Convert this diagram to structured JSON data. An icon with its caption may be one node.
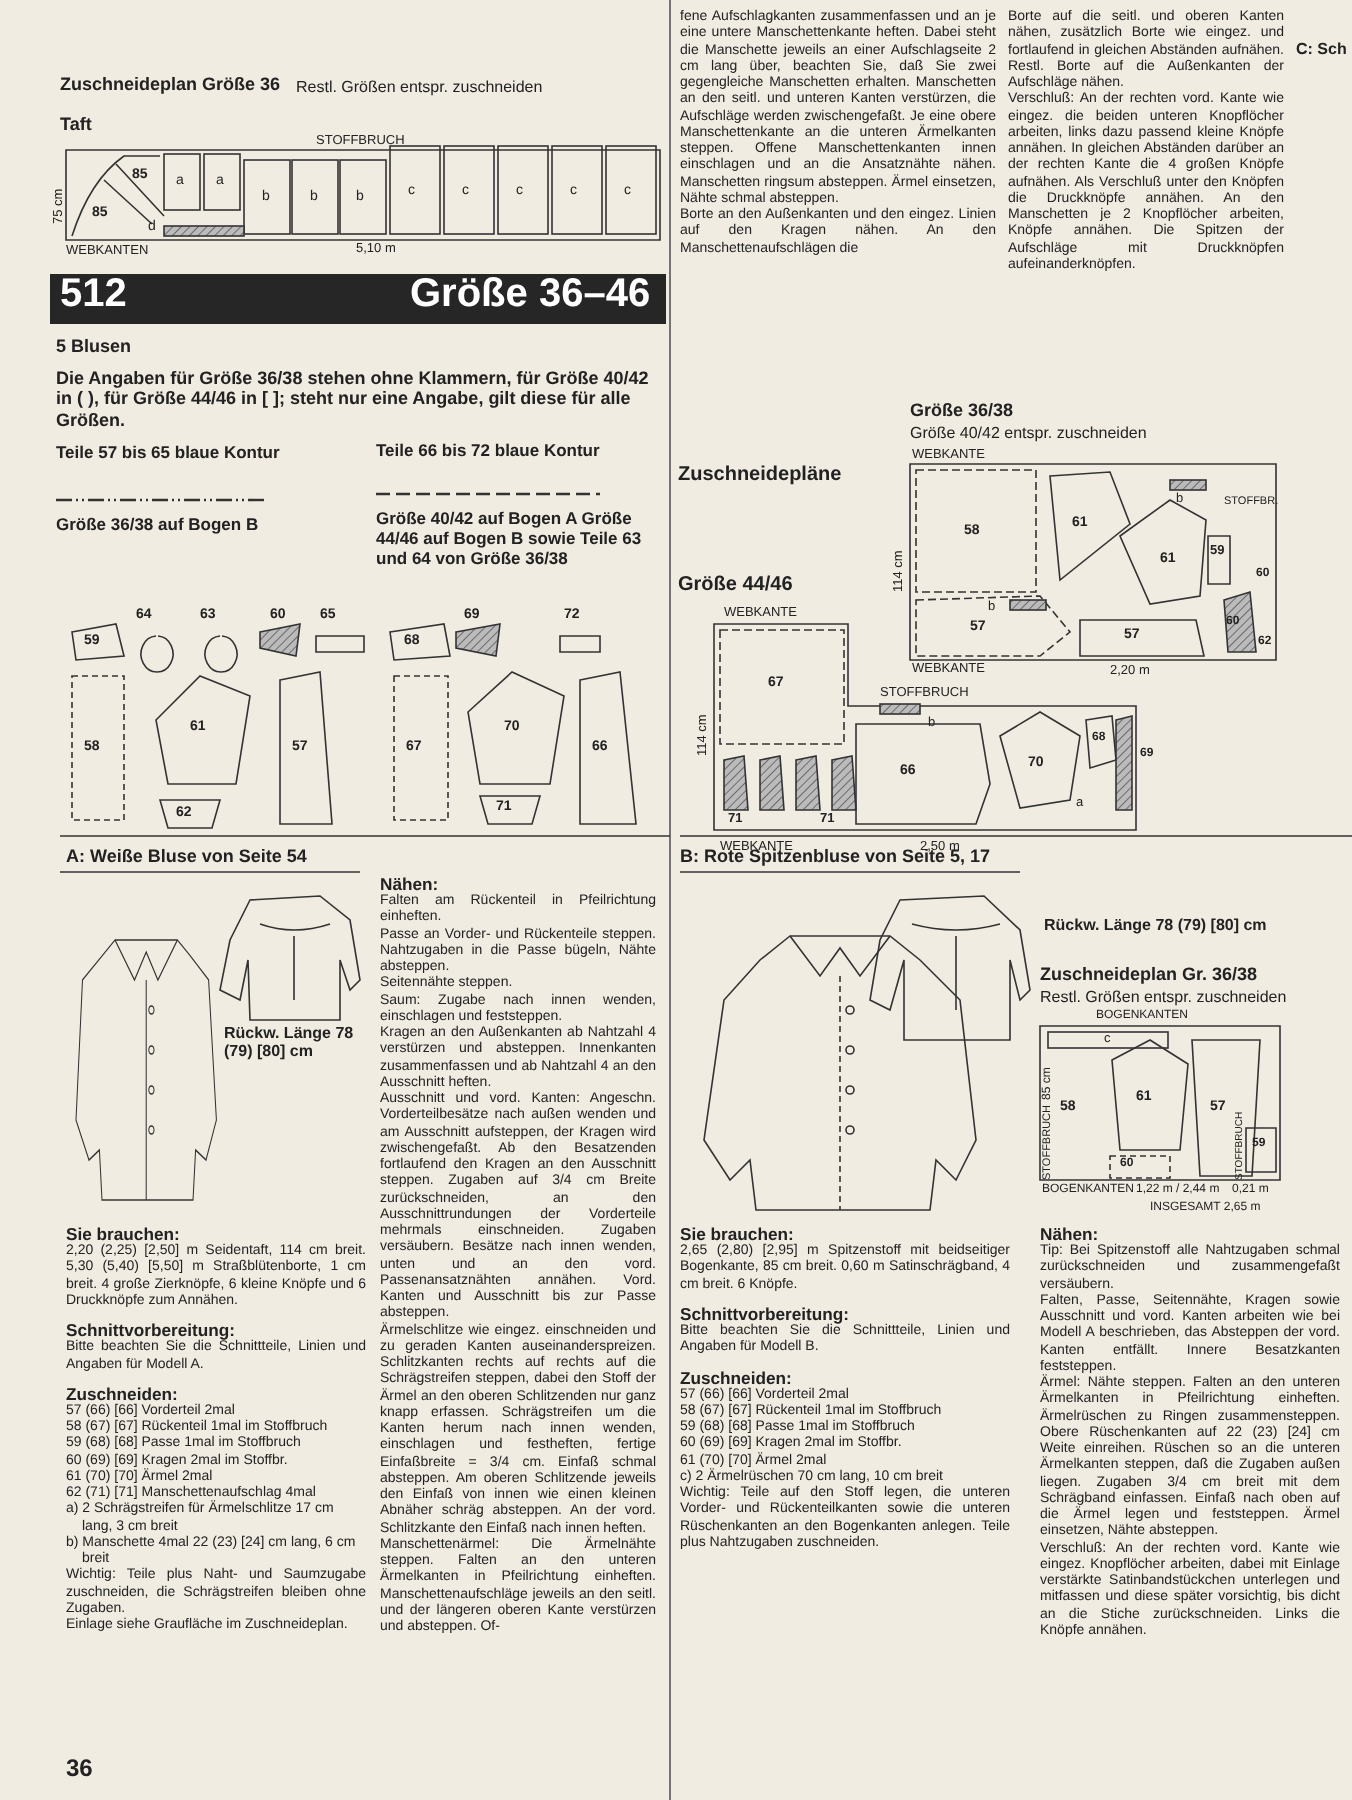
{
  "diagram": {
    "labels": [
      "Zuschneideplan Größe 36",
      "Restl. Größen entspr. zuschneiden",
      "Taft",
      "STOFFBRUCH",
      "75 cm",
      "85",
      "85",
      "a",
      "a",
      "b",
      "b",
      "b",
      "c",
      "c",
      "c",
      "c",
      "c",
      "d",
      "WEBKANTEN",
      "5,10 m",
      "512",
      "Größe 36–46",
      "5 Blusen",
      "Die Angaben für Größe 36/38 stehen ohne Klammern, für Größe 40/42 in ( ), für Größe 44/46 in [ ]; steht nur eine Angabe, gilt diese für alle Größen.",
      "Teile 57 bis 65 blaue Kontur",
      "Größe 36/38 auf Bogen B",
      "Teile 66 bis 72 blaue Kontur",
      "Größe 40/42 auf Bogen A Größe 44/46 auf Bogen B sowie Teile 63 und 64 von Größe 36/38",
      "59",
      "64",
      "63",
      "60",
      "65",
      "58",
      "61",
      "57",
      "62",
      "68",
      "69",
      "72",
      "67",
      "70",
      "71",
      "66",
      "fene Aufschlagkanten zusammenfassen und an je eine untere Manschettenkante heften. Dabei steht die Manschette jeweils an einer Aufschlagseite 2 cm lang über, beachten Sie, daß Sie zwei gegengleiche Manschetten erhalten. Manschetten an den seitl. und unteren Kanten verstürzen, die Aufschläge werden zwischengefaßt. Je eine obere Manschettenkante an die unteren Ärmelkanten steppen. Offene Manschettenkanten innen einschlagen und an die Ansatznähte nähen. Manschetten ringsum absteppen. Ärmel einsetzen, Nähte schmal absteppen.",
      "Borte an den Außenkanten und den eingez. Linien auf den Kragen nähen. An den Manschettenaufschlägen die",
      "Borte auf die seitl. und oberen Kanten nähen, zusätzlich Borte wie eingez. und fortlaufend in gleichen Abständen aufnähen. Restl. Borte auf die Außenkanten der Aufschläge nähen.",
      "Verschluß: An der rechten vord. Kante wie eingez. die beiden unteren Knopflöcher arbeiten, links dazu passend kleine Knöpfe annähen. In gleichen Abständen darüber an der rechten Kante die 4 großen Knöpfe aufnähen. Als Verschluß unter den Knöpfen die Druckknöpfe annähen. An den Manschetten je 2 Knopflöcher arbeiten, Knöpfe annähen. Die Spitzen der Aufschläge mit Druckknöpfen aufeinanderknöpfen.",
      "C: Sch",
      "Zuschneidepläne",
      "Größe 36/38",
      "Größe 40/42 entspr. zuschneiden",
      "WEBKANTE",
      "114 cm",
      "58",
      "61",
      "61",
      "59",
      "b",
      "b",
      "STOFFBR.",
      "57",
      "57",
      "60",
      "60",
      "62",
      "WEBKANTE",
      "2,20 m",
      "Größe 44/46",
      "WEBKANTE",
      "114 cm",
      "67",
      "STOFFBRUCH",
      "b",
      "66",
      "70",
      "68",
      "69",
      "a",
      "71",
      "71",
      "WEBKANTE",
      "2,50 m",
      "A: Weiße Bluse von Seite 54",
      "Rückw. Länge 78 (79) [80] cm",
      "Sie brauchen:",
      "2,20 (2,25) [2,50] m Seidentaft, 114 cm breit. 5,30 (5,40) [5,50] m Straßblütenborte, 1 cm breit. 4 große Zierknöpfe, 6 kleine Knöpfe und 6 Druckknöpfe zum Annähen.",
      "Schnittvorbereitung:",
      "Bitte beachten Sie die Schnittteile, Linien und Angaben für Modell A.",
      "Zuschneiden:",
      "57 (66) [66] Vorderteil 2mal",
      "58 (67) [67] Rückenteil 1mal im Stoffbruch",
      "59 (68) [68] Passe 1mal im Stoffbruch",
      "60 (69) [69] Kragen 2mal im Stoffbr.",
      "61 (70) [70] Ärmel 2mal",
      "62 (71) [71] Manschettenaufschlag 4mal",
      "a) 2 Schrägstreifen für Ärmelschlitze 17 cm lang, 3 cm breit",
      "b) Manschette 4mal 22 (23) [24] cm lang, 6 cm breit",
      "Wichtig: Teile plus Naht- und Saumzugabe zuschneiden, die Schrägstreifen bleiben ohne Zugaben.",
      "Einlage siehe Graufläche im Zuschneideplan.",
      "36",
      "Nähen:",
      "Falten am Rückenteil in Pfeilrichtung einheften.",
      "Passe an Vorder- und Rückenteile steppen. Nahtzugaben in die Passe bügeln, Nähte absteppen.",
      "Seitennähte steppen.",
      "Saum: Zugabe nach innen wenden, einschlagen und feststeppen.",
      "Kragen an den Außenkanten ab Nahtzahl 4 verstürzen und absteppen. Innenkanten zusammenfassen und ab Nahtzahl 4 an den Ausschnitt heften.",
      "Ausschnitt und vord. Kanten: Angeschn. Vorderteilbesätze nach außen wenden und am Ausschnitt aufsteppen, der Kragen wird zwischengefaßt. Ab den Besatzenden fortlaufend den Kragen an den Ausschnitt steppen. Zugaben auf 3/4 cm Breite zurückschneiden, an den Ausschnittrundungen der Vorderteile mehrmals einschneiden. Zugaben versäubern. Besätze nach innen wenden, unten und an den vord. Passenansatznähten annähen. Vord. Kanten und Ausschnitt bis zur Passe absteppen.",
      "Ärmelschlitze wie eingez. einschneiden und zu geraden Kanten auseinanderspreizen. Schlitzkanten rechts auf rechts auf die Schrägstreifen steppen, dabei den Stoff der Ärmel an den oberen Schlitzenden nur ganz knapp erfassen. Schrägstreifen um die Kanten herum nach innen wenden, einschlagen und festheften, fertige Einfaßbreite = 3/4 cm. Einfaß schmal absteppen. Am oberen Schlitzende jeweils den Einfaß von innen wie einen kleinen Abnäher schräg absteppen. An der vord. Schlitzkante den Einfaß nach innen heften.",
      "Manschettenärmel: Die Ärmelnähte steppen. Falten an den unteren Ärmelkanten in Pfeilrichtung einheften. Manschettenaufschläge jeweils an den seitl. und der längeren oberen Kante verstürzen und absteppen. Of-",
      "B: Rote Spitzenbluse von Seite 5, 17",
      "Rückw. Länge 78 (79) [80] cm",
      "Sie brauchen:",
      "2,65 (2,80) [2,95] m Spitzenstoff mit beidseitiger Bogenkante, 85 cm breit. 0,60 m Satinschrägband, 4 cm breit. 6 Knöpfe.",
      "Schnittvorbereitung:",
      "Bitte beachten Sie die Schnittteile, Linien und Angaben für Modell B.",
      "Zuschneiden:",
      "57 (66) [66] Vorderteil 2mal",
      "58 (67) [67] Rückenteil 1mal im Stoffbruch",
      "59 (68) [68] Passe 1mal im Stoffbruch",
      "60 (69) [69] Kragen 2mal im Stoffbr.",
      "61 (70) [70] Ärmel 2mal",
      "c) 2 Ärmelrüschen 70 cm lang, 10 cm breit",
      "Wichtig: Teile auf den Stoff legen, die unteren Vorder- und Rückenteilkanten sowie die unteren Rüschenkanten an den Bogenkanten anlegen. Teile plus Nahtzugaben zuschneiden.",
      "Zuschneideplan Gr. 36/38",
      "Restl. Größen entspr. zuschneiden",
      "BOGENKANTEN",
      "c",
      "85 cm",
      "STOFFBRUCH",
      "58",
      "61",
      "57",
      "59",
      "60",
      "STOFFBRUCH",
      "BOGENKANTEN",
      "1,22 m / 2,44 m",
      "0,21 m",
      "INSGESAMT 2,65 m",
      "Nähen:",
      "Tip: Bei Spitzenstoff alle Nahtzugaben schmal zurückschneiden und zusammengefaßt versäubern.",
      "Falten, Passe, Seitennähte, Kragen sowie Ausschnitt und vord. Kanten arbeiten wie bei Modell A beschrieben, das Absteppen der vord. Kanten entfällt. Innere Besatzkanten feststeppen.",
      "Ärmel: Nähte steppen. Falten an den unteren Ärmelkanten in Pfeilrichtung einheften. Ärmelrüschen zu Ringen zusammensteppen. Obere Rüschenkanten auf 22 (23) [24] cm Weite einreihen. Rüschen so an die unteren Ärmelkanten steppen, daß die Zugaben außen liegen. Zugaben 3/4 cm breit mit dem Schrägband einfassen. Einfaß nach oben auf die Ärmel legen und feststeppen. Ärmel einsetzen, Nähte absteppen.",
      "Verschluß: An der rechten vord. Kante wie eingez. Knopflöcher arbeiten, dabei mit Einlage verstärkte Satinbandstückchen unterlegen und mitfassen und diese später vorsichtig, bis dicht an die Stiche zurückschneiden. Links die Knöpfe annähen."
    ]
  }
}
